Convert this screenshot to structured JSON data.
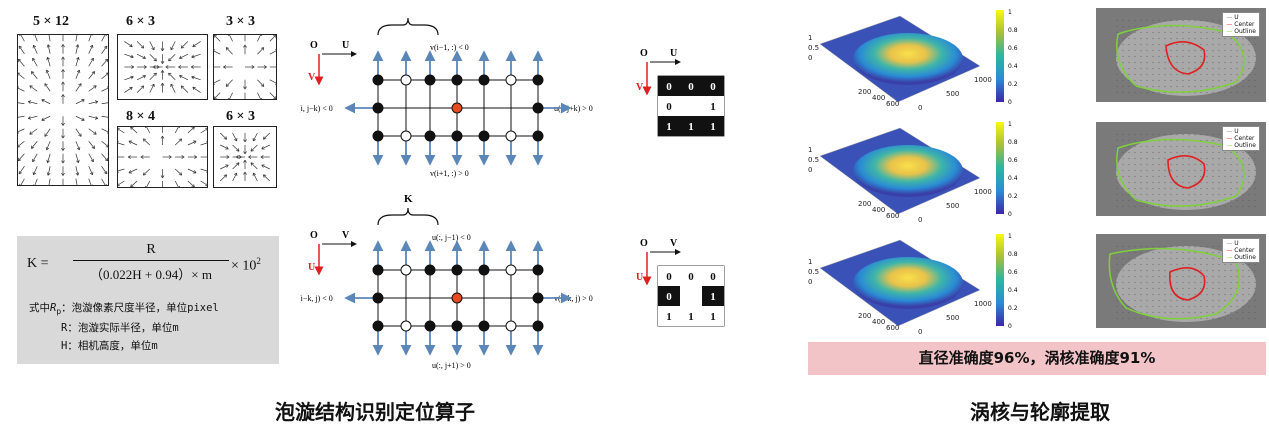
{
  "left_section": {
    "caption": "泡漩结构识别定位算子",
    "window_labels": [
      "5 × 12",
      "6 × 3",
      "3 × 3",
      "8 × 4",
      "6 × 3"
    ],
    "formula": {
      "lhs": "K =",
      "numerator": "R",
      "denominator": "（0.022H + 0.94）× m",
      "tail": "× 10",
      "exp": "2",
      "notes": [
        {
          "prefix": "式中",
          "sym": "R",
          "sub": "p",
          "text": "：泡漩像素尺度半径，单位pixel"
        },
        {
          "prefix": "R",
          "sym": "",
          "sub": "",
          "text": "：泡漩实际半径，单位m"
        },
        {
          "prefix": "H",
          "sym": "",
          "sub": "",
          "text": "：相机高度，单位m"
        }
      ]
    }
  },
  "operator_top": {
    "axis_o": "O",
    "axis_h": "U",
    "axis_v": "V",
    "label_top": "v(i−1, :) < 0",
    "label_bottom": "v(i+1, :) > 0",
    "label_left": "u(i, j−k) < 0",
    "label_right": "u(i, j+k) > 0",
    "matrix_axis_o": "O",
    "matrix_axis_h": "U",
    "matrix_axis_v": "V",
    "matrix": [
      [
        "0",
        "0",
        "0"
      ],
      [
        "0",
        "",
        "1"
      ],
      [
        "1",
        "1",
        "1"
      ]
    ],
    "matrix_dark": [
      [
        1,
        1,
        1
      ],
      [
        0,
        0,
        0
      ],
      [
        1,
        1,
        1
      ]
    ]
  },
  "operator_bottom": {
    "brace_label": "K",
    "axis_o": "O",
    "axis_h": "V",
    "axis_v": "U",
    "label_top": "u(:, j−1) < 0",
    "label_bottom": "u(:, j+1) > 0",
    "label_left": "v(i−k, j) < 0",
    "label_right": "v(i+k, j) > 0",
    "matrix_axis_o": "O",
    "matrix_axis_h": "V",
    "matrix_axis_v": "U",
    "matrix": [
      [
        "0",
        "0",
        "0"
      ],
      [
        "0",
        "",
        "1"
      ],
      [
        "1",
        "1",
        "1"
      ]
    ],
    "matrix_dark": [
      [
        0,
        0,
        0
      ],
      [
        1,
        0,
        1
      ],
      [
        0,
        0,
        0
      ]
    ]
  },
  "right_section": {
    "caption": "涡核与轮廓提取",
    "accuracy_text": "直径准确度96%，涡核准确度91%",
    "surface_plots": [
      {
        "x_ticks": [
          "0",
          "200",
          "400",
          "600"
        ],
        "y_ticks": [
          "0",
          "500",
          "1000"
        ],
        "z_ticks": [
          "1",
          "0.5",
          "0"
        ]
      },
      {
        "x_ticks": [
          "0",
          "200",
          "400",
          "600"
        ],
        "y_ticks": [
          "0",
          "500",
          "1000"
        ],
        "z_ticks": [
          "1",
          "0.5",
          "0"
        ]
      },
      {
        "x_ticks": [
          "0",
          "200",
          "400",
          "600"
        ],
        "y_ticks": [
          "0",
          "500",
          "1000"
        ],
        "z_ticks": [
          "1",
          "0.5",
          "0"
        ]
      }
    ],
    "colorbar_ticks": [
      "1",
      "0.8",
      "0.6",
      "0.4",
      "0.2",
      "0"
    ],
    "legend_items": [
      "U",
      "Center",
      "Outline"
    ],
    "colors": {
      "center": "#e02020",
      "outline": "#7fd13b",
      "u": "#6f8fbf"
    }
  }
}
